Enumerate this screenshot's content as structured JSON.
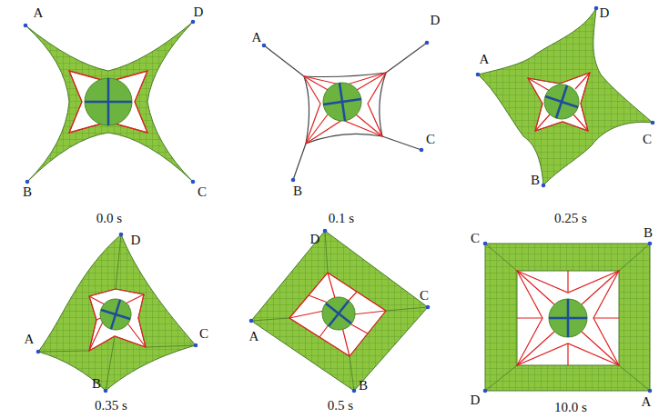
{
  "diagram": {
    "labels": [
      "A",
      "D",
      "B",
      "C",
      "0.0 s",
      "A",
      "D",
      "C",
      "B",
      "0.1 s",
      "D",
      "A",
      "C",
      "B",
      "0.25 s",
      "D",
      "A",
      "C",
      "B",
      "0.35 s",
      "D",
      "C",
      "A",
      "B",
      "0.5 s",
      "C",
      "B",
      "D",
      "A",
      "10.0 s"
    ]
  }
}
